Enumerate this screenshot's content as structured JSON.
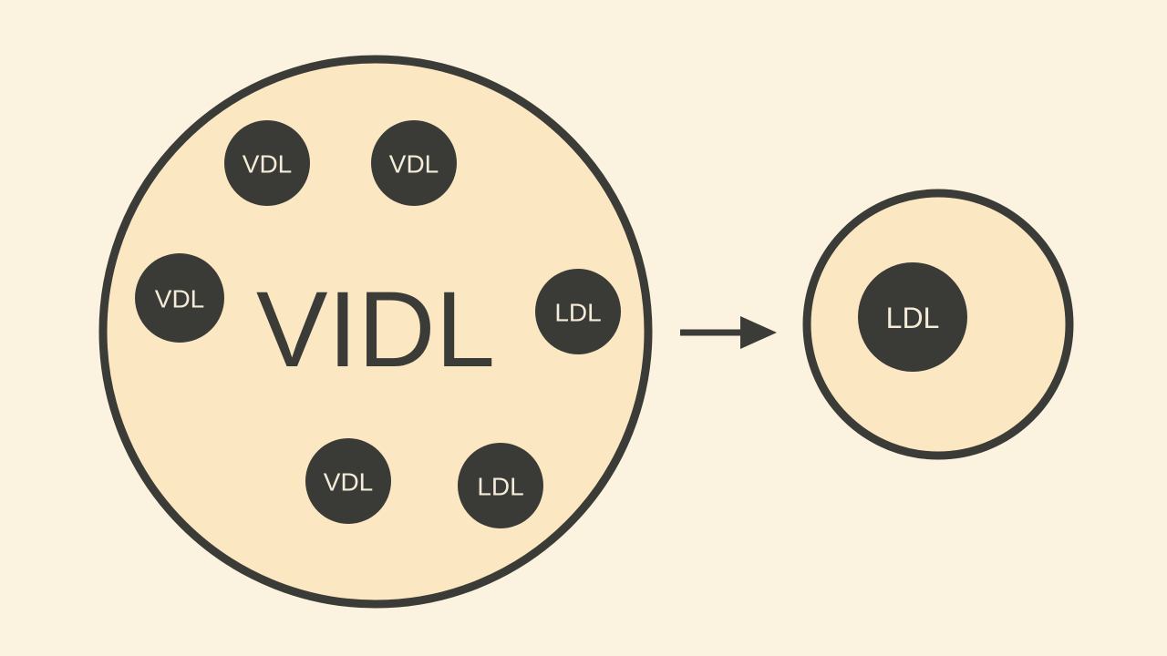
{
  "diagram": {
    "large_particle": {
      "label": "VIDL",
      "contents": [
        "VDL",
        "VDL",
        "VDL",
        "LDL",
        "VDL",
        "LDL"
      ]
    },
    "arrow": "right-arrow",
    "small_particle": {
      "contents": [
        "LDL"
      ]
    }
  },
  "colors": {
    "background": "#fbf3df",
    "particle_fill": "#fbe8c2",
    "outline": "#3b3b38",
    "inner_particle": "#3a3a37",
    "inner_text": "#f4ecd8"
  }
}
